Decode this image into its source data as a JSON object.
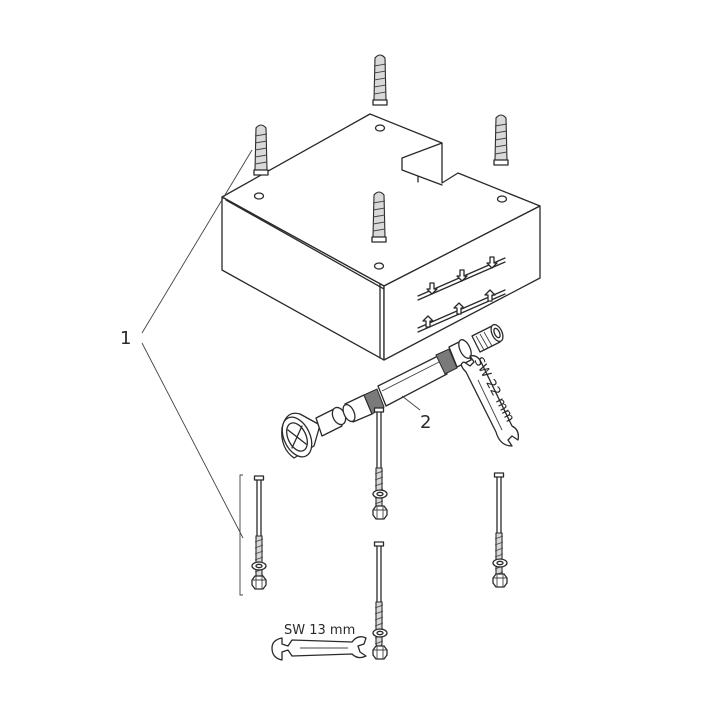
{
  "labels": {
    "callout_1": "1",
    "callout_2": "2",
    "wrench_22": "SW 22 mm",
    "wrench_13": "SW 13 mm"
  },
  "colors": {
    "line": "#2a2a2a",
    "fill_light": "#d9d9d9",
    "fill_dark": "#7a7a7a",
    "background": "#ffffff"
  },
  "icons": [
    "wall-plug-icon",
    "screw-icon",
    "washer-icon",
    "nut-icon",
    "wrench-icon",
    "hose-icon",
    "shower-head-icon",
    "arrow-icon"
  ]
}
